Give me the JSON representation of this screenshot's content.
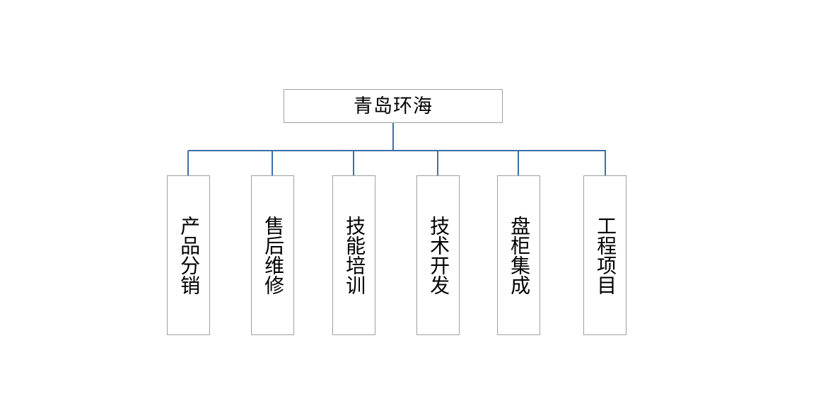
{
  "diagram": {
    "type": "organizational-chart",
    "root": {
      "label": "青岛环海"
    },
    "children": [
      {
        "label": "产品分销"
      },
      {
        "label": "售后维修"
      },
      {
        "label": "技能培训"
      },
      {
        "label": "技术开发"
      },
      {
        "label": "盘柜集成"
      },
      {
        "label": "工程项目"
      }
    ],
    "colors": {
      "connector": "#3d6fab",
      "box_border": "#a0a0a0",
      "background": "#ffffff",
      "text": "#000000"
    }
  }
}
